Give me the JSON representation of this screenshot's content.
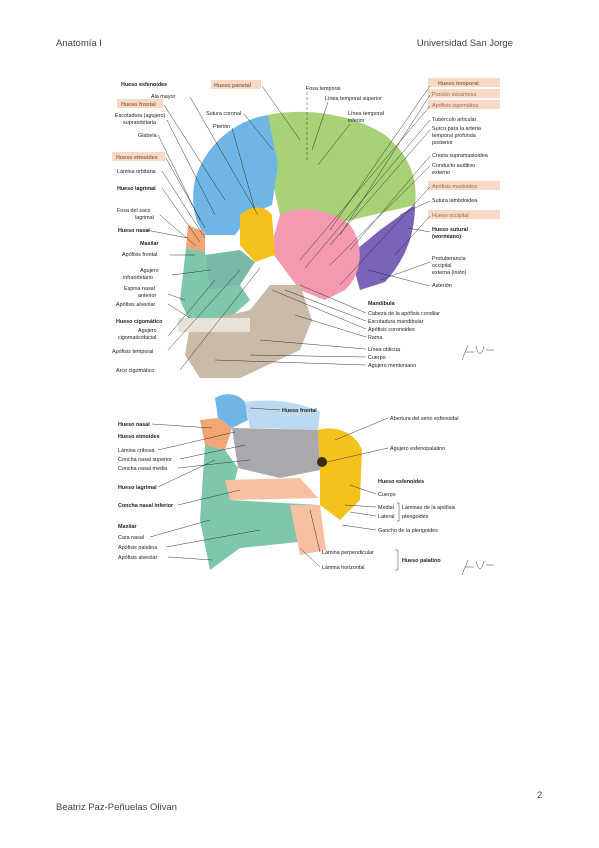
{
  "header": {
    "left": "Anatomía I",
    "right": "Universidad San Jorge"
  },
  "footer": {
    "author": "Beatriz Paz-Peñuelas Olivan",
    "page_number": "2"
  },
  "colors": {
    "highlight_box": "#f7d9c6",
    "parietal": "#a9d277",
    "frontal": "#6fb6e6",
    "temporal": "#f39ab1",
    "occipital": "#7a63b8",
    "sphenoid": "#f5c21d",
    "zygomatic": "#7ab9a8",
    "maxilla": "#7fc7ab",
    "mandible": "#c9bba8",
    "nasal": "#f3a573",
    "palatine": "#f6c1a0",
    "ethmoid": "#a7a9ac"
  },
  "figure1": {
    "labels_left": [
      "Hueso esfenoides",
      "Ala mayor",
      "Hueso frontal",
      "Escotadura (agujero)",
      "supraorbitaria",
      "Glabela",
      "Hueso etmoides",
      "Lámina orbitaria",
      "Hueso lagrimal",
      "Fosa del saco",
      "lagrimal",
      "Hueso nasal",
      "Maxilar",
      "Apófisis frontal",
      "Agujero",
      "infraorbitario",
      "Espina nasal",
      "anterior",
      "Apófisis alveolar",
      "Hueso cigomático",
      "Agujero",
      "cigomaticofacial",
      "Apófisis temporal",
      "Arco cigomático"
    ],
    "labels_top": [
      "Hueso parietal",
      "Sutura coronal",
      "Pterión",
      "Fosa temporal",
      "Línea temporal superior",
      "Línea temporal",
      "inferior"
    ],
    "labels_right": [
      "Hueso temporal",
      "Porción escamosa",
      "Apófisis cigomática",
      "Tubérculo articular",
      "Surco para la arteria",
      "temporal profunda",
      "posterior",
      "Cresta supramastoidea",
      "Conducto auditivo",
      "externo",
      "Apófisis mastoides",
      "Sutura lambdoidea",
      "Hueso occipital",
      "Hueso sutural",
      "(wormiano)",
      "Protuberancia",
      "occipital",
      "externa (inión)",
      "Asterión"
    ],
    "labels_bottom": [
      "Mandíbula",
      "Cabeza de la apófisis condilar",
      "Escotadura mandibular",
      "Apófisis coronoides",
      "Rama",
      "Línea oblicua",
      "Cuerpo",
      "Agujero mentoniano"
    ]
  },
  "figure2": {
    "labels_left": [
      "Hueso nasal",
      "Hueso etmoides",
      "Lámina cribosa",
      "Concha nasal superior",
      "Concha nasal media",
      "Hueso lagrimal",
      "Concha nasal inferior",
      "Maxilar",
      "Cara nasal",
      "Apófisis palatina",
      "Apófisis alveolar"
    ],
    "labels_right": [
      "Hueso frontal",
      "Abertura del seno esfenoidal",
      "Agujero esfenopalatino",
      "Hueso esfenoides",
      "Cuerpo",
      "Medial",
      "Lateral",
      "Láminas de la apófisis",
      "pterigoides",
      "Gancho de la pterigoides",
      "Lámina perpendicular",
      "Lámina horizontal",
      "Hueso palatino"
    ]
  }
}
